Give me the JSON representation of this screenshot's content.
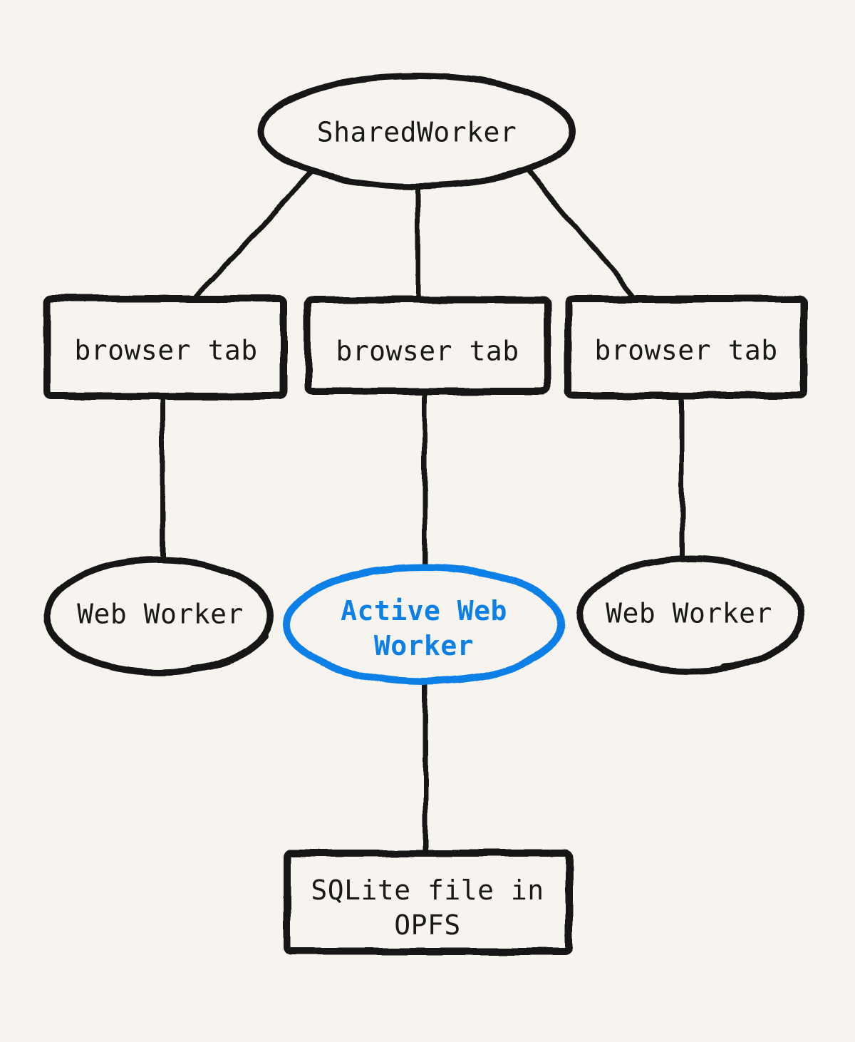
{
  "page": {
    "background_color": "#f7f4ef",
    "stroke_color": "#191919",
    "accent_color": "#0d80e8",
    "text_color": "#191919"
  },
  "diagram": {
    "type": "architecture-diagram",
    "style": "hand-drawn",
    "nodes": {
      "shared_worker": {
        "label": "SharedWorker",
        "shape": "ellipse",
        "color": "#191919"
      },
      "browser_tab_left": {
        "label": "browser tab",
        "shape": "rectangle",
        "color": "#191919"
      },
      "browser_tab_center": {
        "label": "browser tab",
        "shape": "rectangle",
        "color": "#191919"
      },
      "browser_tab_right": {
        "label": "browser tab",
        "shape": "rectangle",
        "color": "#191919"
      },
      "web_worker_left": {
        "label": "Web Worker",
        "shape": "ellipse",
        "color": "#191919"
      },
      "active_web_worker": {
        "label": "Active Web Worker",
        "shape": "ellipse",
        "color": "#0d80e8",
        "highlighted": true
      },
      "web_worker_right": {
        "label": "Web Worker",
        "shape": "ellipse",
        "color": "#191919"
      },
      "sqlite_file": {
        "label": "SQLite file in OPFS",
        "shape": "rectangle",
        "color": "#191919"
      }
    },
    "edges": [
      {
        "from": "shared_worker",
        "to": "browser_tab_left"
      },
      {
        "from": "shared_worker",
        "to": "browser_tab_center"
      },
      {
        "from": "shared_worker",
        "to": "browser_tab_right"
      },
      {
        "from": "browser_tab_left",
        "to": "web_worker_left"
      },
      {
        "from": "browser_tab_center",
        "to": "active_web_worker"
      },
      {
        "from": "browser_tab_right",
        "to": "web_worker_right"
      },
      {
        "from": "active_web_worker",
        "to": "sqlite_file"
      }
    ]
  }
}
